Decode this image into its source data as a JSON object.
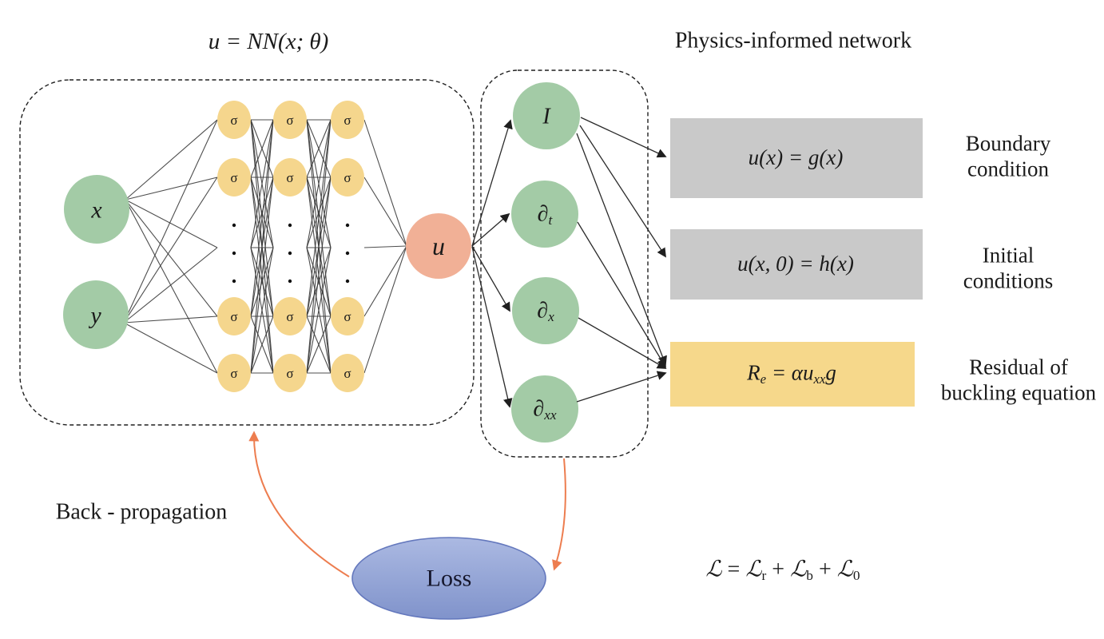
{
  "titles": {
    "network_definition": "u = NN(x; θ)",
    "pinn": "Physics-informed network"
  },
  "network": {
    "input_labels": [
      "x",
      "y"
    ],
    "hidden_label": "σ",
    "output_label": "u"
  },
  "operators": {
    "identity_parts": [
      {
        "t": "I",
        "i": true
      }
    ],
    "dt_parts": [
      {
        "t": "∂",
        "i": true
      },
      {
        "t": "t",
        "i": true,
        "sub": true
      }
    ],
    "dx_parts": [
      {
        "t": "∂",
        "i": true
      },
      {
        "t": "x",
        "i": true,
        "sub": true
      }
    ],
    "dxx_parts": [
      {
        "t": "∂",
        "i": true
      },
      {
        "t": "xx",
        "i": true,
        "sub": true
      }
    ]
  },
  "conditions": [
    {
      "equation_parts": [
        {
          "t": "u(x) = g(x)",
          "i": true
        }
      ],
      "label_lines": [
        "Boundary",
        "condition"
      ]
    },
    {
      "equation_parts": [
        {
          "t": "u(x, 0) = h(x)",
          "i": true
        }
      ],
      "label_lines": [
        "Initial",
        "conditions"
      ]
    },
    {
      "equation_parts": [
        {
          "t": "R",
          "i": true
        },
        {
          "t": "e",
          "i": true,
          "sub": true
        },
        {
          "t": " = αu",
          "i": true
        },
        {
          "t": "xx",
          "i": true,
          "sub": true
        },
        {
          "t": "g",
          "i": true
        }
      ],
      "label_lines": [
        "Residual of",
        "buckling equation"
      ]
    }
  ],
  "loss": {
    "node_label": "Loss",
    "formula_parts": [
      {
        "t": "ℒ",
        "i": true
      },
      {
        "t": " = "
      },
      {
        "t": "ℒ",
        "i": true
      },
      {
        "t": "r",
        "sub": true
      },
      {
        "t": " + "
      },
      {
        "t": "ℒ",
        "i": true
      },
      {
        "t": "b",
        "sub": true
      },
      {
        "t": " + "
      },
      {
        "t": "ℒ",
        "i": true
      },
      {
        "t": "0",
        "sub": true
      }
    ]
  },
  "backprop_label": "Back - propagation",
  "colors": {
    "node_green": "#a3cba6",
    "node_yellow": "#f5d68d",
    "node_salmon": "#f1b096",
    "box_gray": "#c9c9c9",
    "box_yellow": "#f6d88b",
    "loss_top": "#abb9e2",
    "loss_bottom": "#8093cb",
    "loss_border": "#6478bd",
    "arrow_orange": "#ed7d4f",
    "line": "#3a3a3a",
    "dash": "#1f1f1f"
  }
}
